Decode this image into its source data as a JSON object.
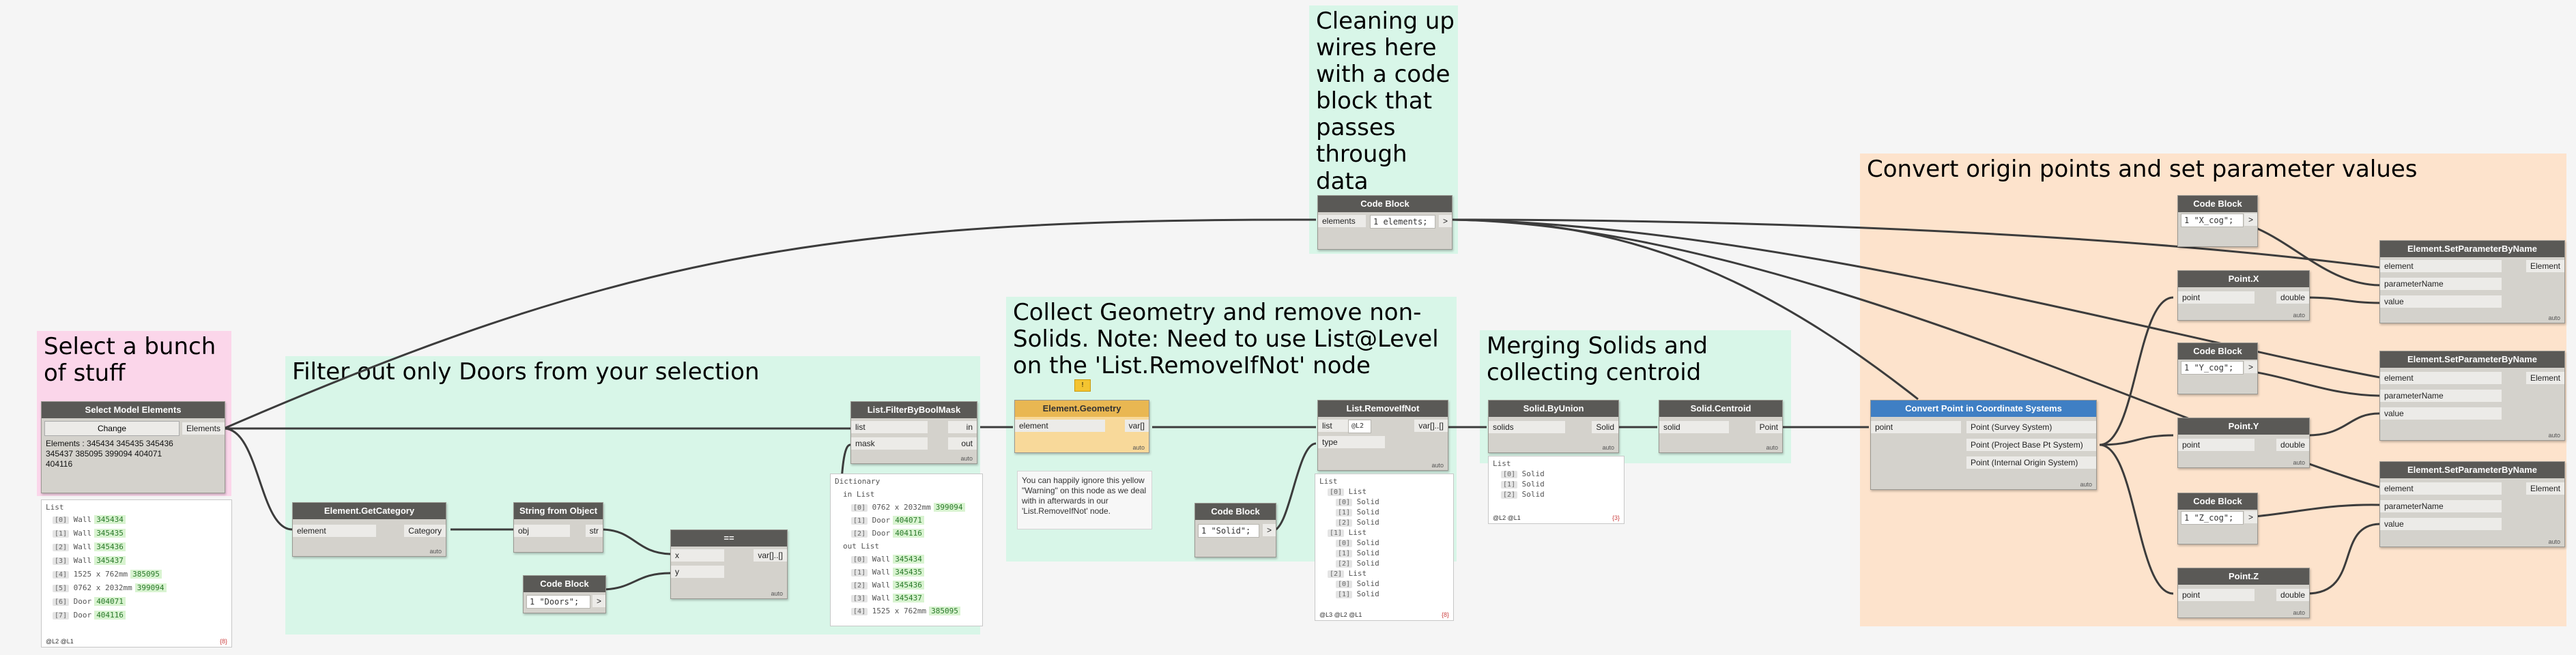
{
  "groups": {
    "select": {
      "title": "Select a bunch of stuff",
      "color": "#fbd6ea"
    },
    "filter": {
      "title": "Filter out only Doors from your selection",
      "color": "#d8f6e8"
    },
    "cleanup": {
      "title": "Cleaning up wires here with a code block that passes through data",
      "color": "#d8f6e8"
    },
    "collect": {
      "title": "Collect Geometry and remove non-Solids. Note: Need to use List@Level on the 'List.RemoveIfNot' node",
      "color": "#d8f6e8"
    },
    "merge": {
      "title": "Merging Solids and collecting centroid",
      "color": "#d8f6e8"
    },
    "convert": {
      "title": "Convert origin points and set parameter values",
      "color": "#fde3cc"
    }
  },
  "nodes": {
    "select_model": {
      "title": "Select Model Elements",
      "button": "Change",
      "out": "Elements",
      "info": "Elements : 345434 345435 345436 345437 385095 399094 404071 404116"
    },
    "get_category": {
      "title": "Element.GetCategory",
      "in": "element",
      "out": "Category",
      "lacing": "auto"
    },
    "string_from_object": {
      "title": "String from Object",
      "in": "obj",
      "out": "str"
    },
    "equals": {
      "title": "==",
      "in1": "x",
      "in2": "y",
      "out": "var[]..[]",
      "lacing": "auto"
    },
    "code_doors": {
      "title": "Code Block",
      "code": "1  \"Doors\";",
      "out": ">"
    },
    "filter_mask": {
      "title": "List.FilterByBoolMask",
      "in1": "list",
      "in2": "mask",
      "out1": "in",
      "out2": "out",
      "lacing": "auto"
    },
    "code_elements": {
      "title": "Code Block",
      "in": "elements",
      "code": "1  elements;",
      "out": ">"
    },
    "element_geometry": {
      "title": "Element.Geometry",
      "in": "element",
      "out": "var[]",
      "lacing": "auto",
      "bulb": "!"
    },
    "code_solid": {
      "title": "Code Block",
      "code": "1  \"Solid\";",
      "out": ">"
    },
    "remove_if_not": {
      "title": "List.RemoveIfNot",
      "in1": "list",
      "level": "@L2",
      "in2": "type",
      "out": "var[]..[]",
      "lacing": "auto"
    },
    "solid_union": {
      "title": "Solid.ByUnion",
      "in": "solids",
      "out": "Solid",
      "lacing": "auto"
    },
    "solid_centroid": {
      "title": "Solid.Centroid",
      "in": "solid",
      "out": "Point",
      "lacing": "auto"
    },
    "convert_point": {
      "title": "Convert Point in Coordinate Systems",
      "in": "point",
      "outs": [
        "Point (Survey System)",
        "Point (Project Base Pt System)",
        "Point (Internal Origin System)"
      ],
      "lacing": "auto"
    },
    "code_x": {
      "title": "Code Block",
      "code": "1  \"X_cog\";",
      "out": ">"
    },
    "code_y": {
      "title": "Code Block",
      "code": "1  \"Y_cog\";",
      "out": ">"
    },
    "code_z": {
      "title": "Code Block",
      "code": "1  \"Z_cog\";",
      "out": ">"
    },
    "point_x": {
      "title": "Point.X",
      "in": "point",
      "out": "double",
      "lacing": "auto"
    },
    "point_y": {
      "title": "Point.Y",
      "in": "point",
      "out": "double",
      "lacing": "auto"
    },
    "point_z": {
      "title": "Point.Z",
      "in": "point",
      "out": "double",
      "lacing": "auto"
    },
    "set_param": {
      "title": "Element.SetParameterByName",
      "in1": "element",
      "in2": "parameterName",
      "in3": "value",
      "out": "Element",
      "lacing": "auto"
    }
  },
  "note": "You can happily ignore this yellow \"Warning\" on this node as we deal with in afterwards in our 'List.RemoveIfNot' node.",
  "previews": {
    "select": {
      "header": "List",
      "rows": [
        {
          "i": "[0]",
          "t": "Wall",
          "v": "345434"
        },
        {
          "i": "[1]",
          "t": "Wall",
          "v": "345435"
        },
        {
          "i": "[2]",
          "t": "Wall",
          "v": "345436"
        },
        {
          "i": "[3]",
          "t": "Wall",
          "v": "345437"
        },
        {
          "i": "[4]",
          "t": "1525 x 762mm",
          "v": "385095"
        },
        {
          "i": "[5]",
          "t": "0762 x 2032mm",
          "v": "399094"
        },
        {
          "i": "[6]",
          "t": "Door",
          "v": "404071"
        },
        {
          "i": "[7]",
          "t": "Door",
          "v": "404116"
        }
      ],
      "footer": "@L2 @L1",
      "count": "{8}"
    },
    "filter": {
      "rows": [
        {
          "d": 0,
          "i": "",
          "t": "Dictionary",
          "v": ""
        },
        {
          "d": 1,
          "i": "",
          "t": "in List",
          "v": ""
        },
        {
          "d": 2,
          "i": "[0]",
          "t": "0762 x 2032mm",
          "v": "399094"
        },
        {
          "d": 2,
          "i": "[1]",
          "t": "Door",
          "v": "404071"
        },
        {
          "d": 2,
          "i": "[2]",
          "t": "Door",
          "v": "404116"
        },
        {
          "d": 1,
          "i": "",
          "t": "out List",
          "v": ""
        },
        {
          "d": 2,
          "i": "[0]",
          "t": "Wall",
          "v": "345434"
        },
        {
          "d": 2,
          "i": "[1]",
          "t": "Wall",
          "v": "345435"
        },
        {
          "d": 2,
          "i": "[2]",
          "t": "Wall",
          "v": "345436"
        },
        {
          "d": 2,
          "i": "[3]",
          "t": "Wall",
          "v": "345437"
        },
        {
          "d": 2,
          "i": "[4]",
          "t": "1525 x 762mm",
          "v": "385095"
        }
      ]
    },
    "remove": {
      "rows": [
        {
          "d": 0,
          "i": "",
          "t": "List"
        },
        {
          "d": 1,
          "i": "[0]",
          "t": "List"
        },
        {
          "d": 2,
          "i": "[0]",
          "t": "Solid"
        },
        {
          "d": 2,
          "i": "[1]",
          "t": "Solid"
        },
        {
          "d": 2,
          "i": "[2]",
          "t": "Solid"
        },
        {
          "d": 1,
          "i": "[1]",
          "t": "List"
        },
        {
          "d": 2,
          "i": "[0]",
          "t": "Solid"
        },
        {
          "d": 2,
          "i": "[1]",
          "t": "Solid"
        },
        {
          "d": 2,
          "i": "[2]",
          "t": "Solid"
        },
        {
          "d": 1,
          "i": "[2]",
          "t": "List"
        },
        {
          "d": 2,
          "i": "[0]",
          "t": "Solid"
        },
        {
          "d": 2,
          "i": "[1]",
          "t": "Solid"
        }
      ],
      "footer": "@L3 @L2 @L1",
      "count": "{8}"
    },
    "union": {
      "rows": [
        {
          "d": 0,
          "i": "",
          "t": "List"
        },
        {
          "d": 1,
          "i": "[0]",
          "t": "Solid"
        },
        {
          "d": 1,
          "i": "[1]",
          "t": "Solid"
        },
        {
          "d": 1,
          "i": "[2]",
          "t": "Solid"
        }
      ],
      "footer": "@L2 @L1",
      "count": "{3}"
    }
  },
  "colors": {
    "wire": "#3c3c3c",
    "node_header": "#5a5956",
    "node_body": "#d4d2cc",
    "warn_header": "#e9b752",
    "blue_header": "#3f7fc4"
  }
}
